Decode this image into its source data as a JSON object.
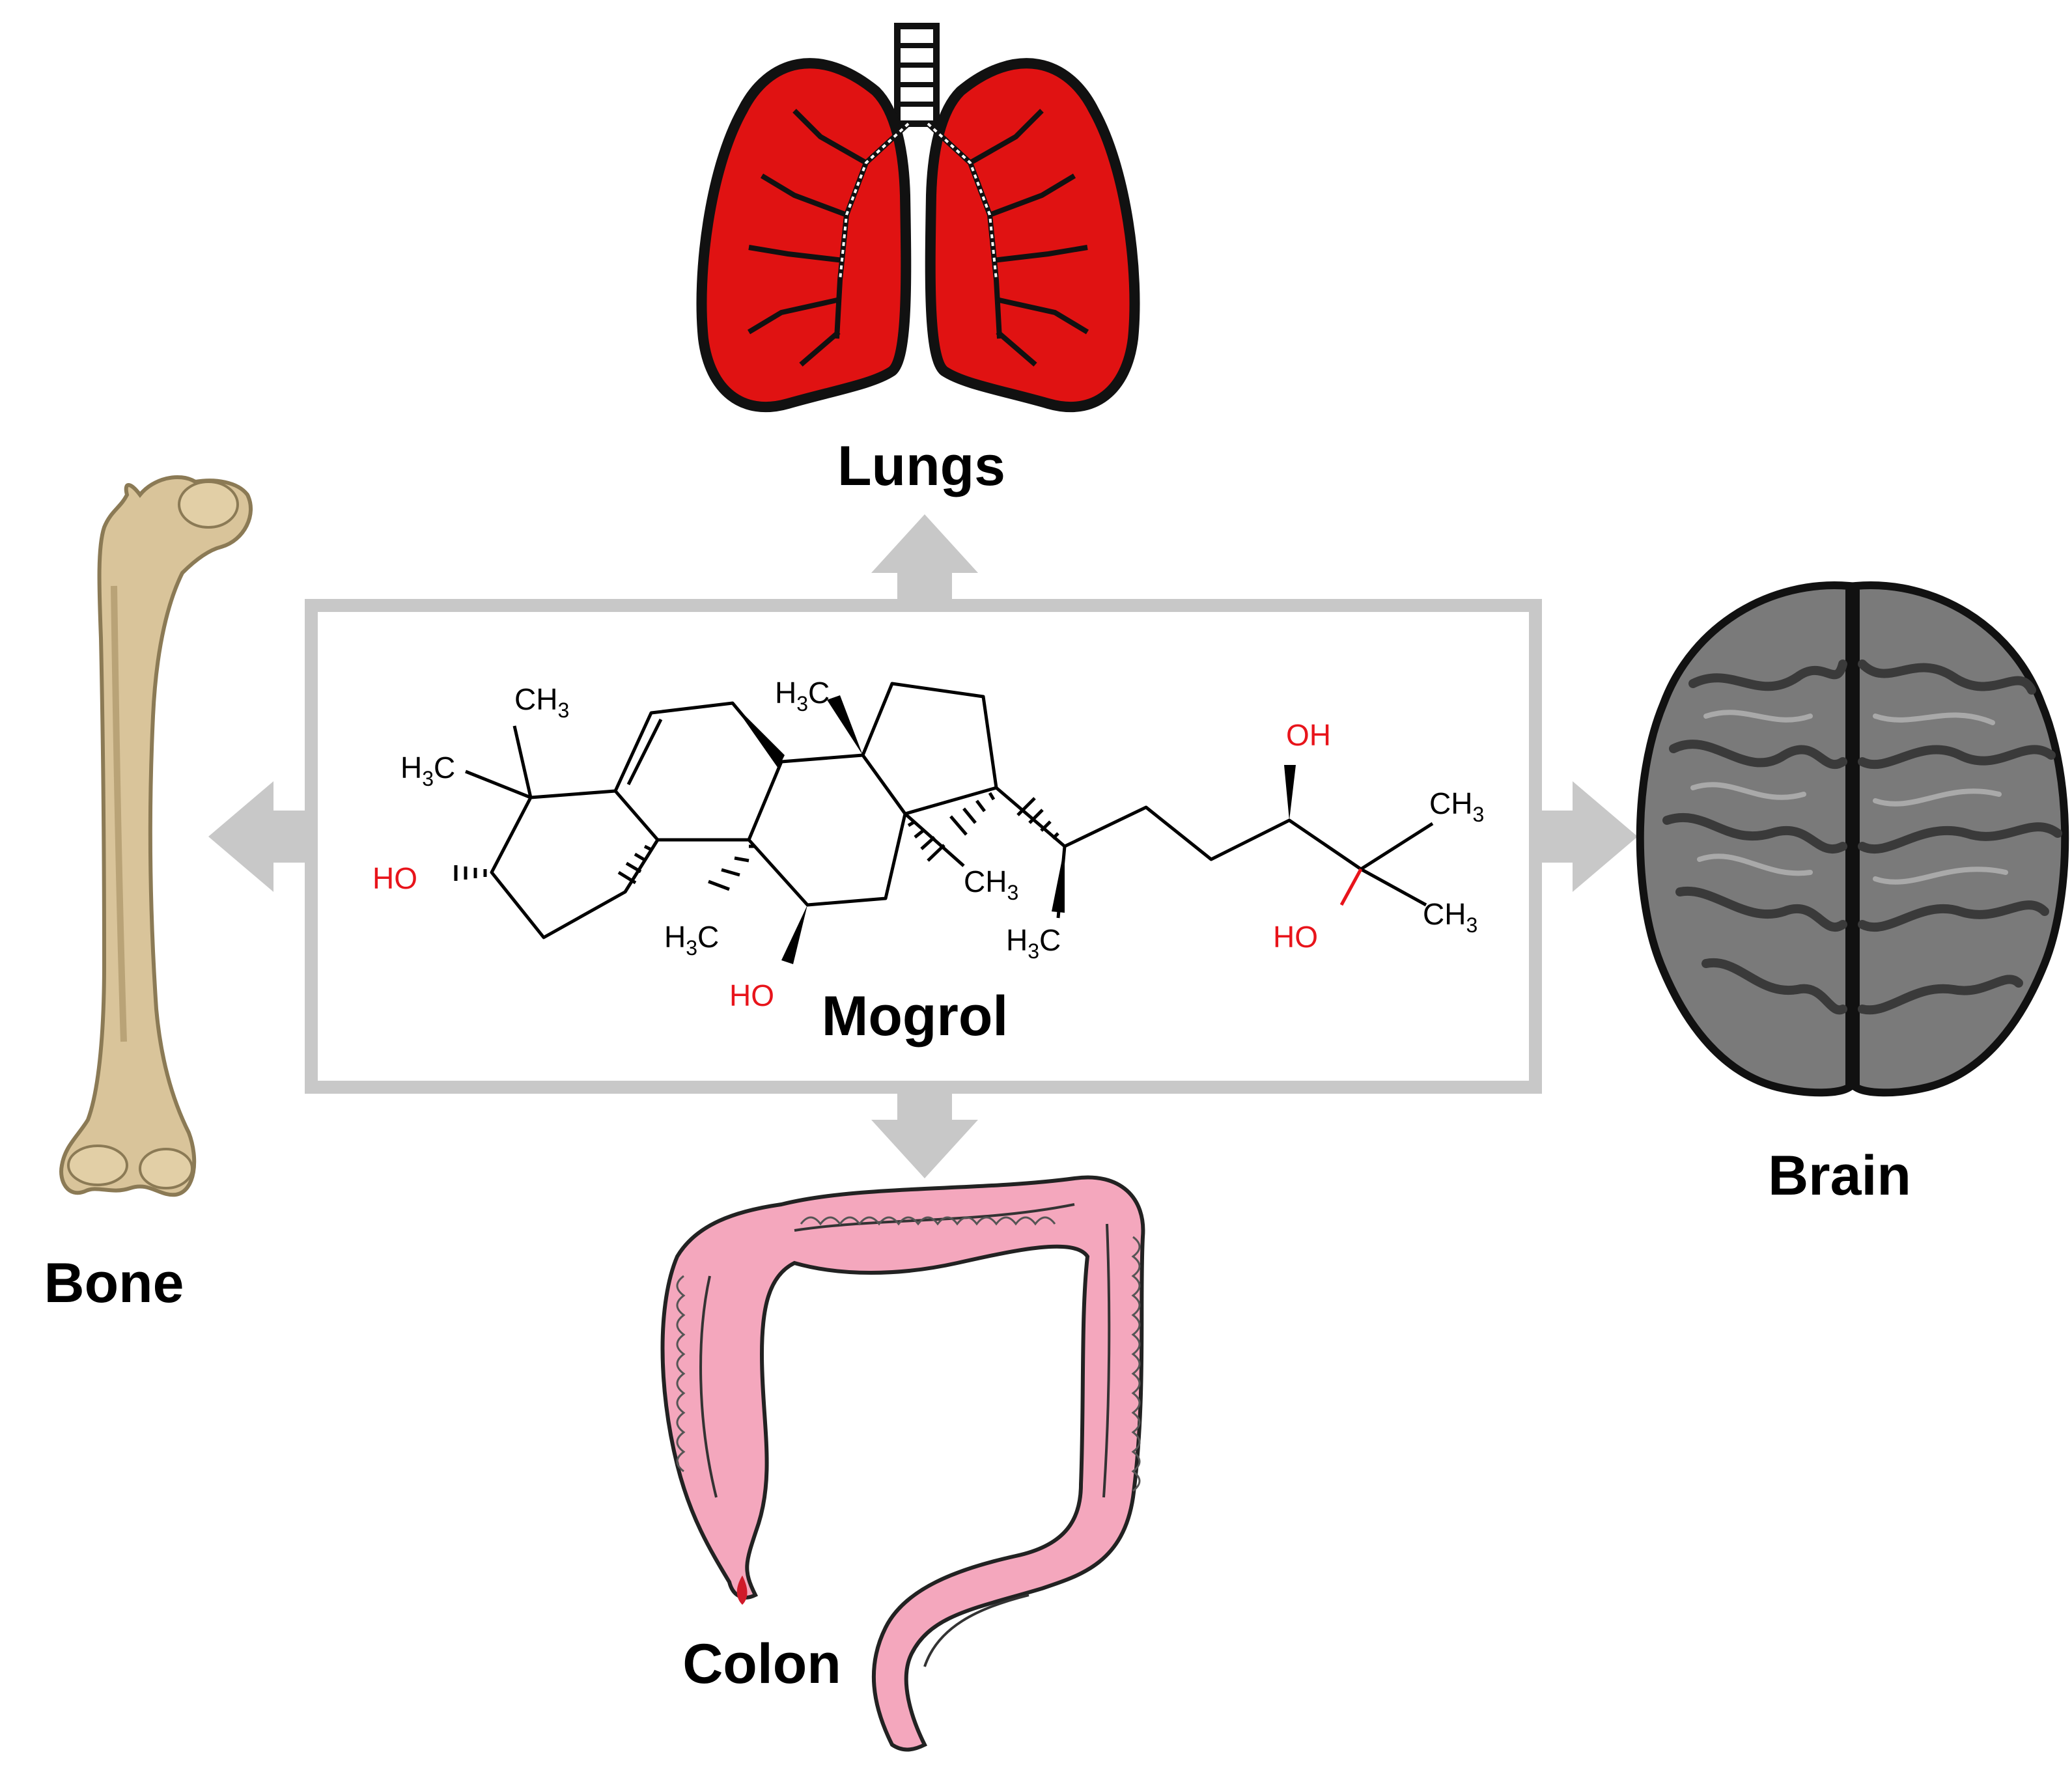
{
  "center": {
    "compound_label": "Mogrol"
  },
  "targets": {
    "lungs": {
      "label": "Lungs"
    },
    "bone": {
      "label": "Bone"
    },
    "brain": {
      "label": "Brain"
    },
    "colon": {
      "label": "Colon"
    }
  },
  "molecule": {
    "methyl_top": "CH",
    "methyl_top_sub": "3",
    "methyl_left_h": "H",
    "methyl_left_sub": "3",
    "methyl_left_c": "C",
    "methyl_c13_h": "H",
    "methyl_c13_sub": "3",
    "methyl_c13_c": "C",
    "methyl_c14_ch": "CH",
    "methyl_c14_sub": "3",
    "methyl_c10_h": "H",
    "methyl_c10_sub": "3",
    "methyl_c10_c": "C",
    "methyl_c20_h": "H",
    "methyl_c20_sub": "3",
    "methyl_c20_c": "C",
    "methyl_r1_ch": "CH",
    "methyl_r1_sub": "3",
    "methyl_r2_ch": "CH",
    "methyl_r2_sub": "3",
    "hydroxyl_c3": "HO",
    "hydroxyl_c11": "HO",
    "hydroxyl_c24": "OH",
    "hydroxyl_c25": "HO"
  },
  "colors": {
    "box_border": "#c8c8c8",
    "arrow": "#c8c8c8",
    "lungs": "#e01212",
    "colon": "#f4a7bd",
    "brain": "#7a7a7a",
    "bone": "#d9c49a",
    "hydroxyl": "#e8141b"
  }
}
